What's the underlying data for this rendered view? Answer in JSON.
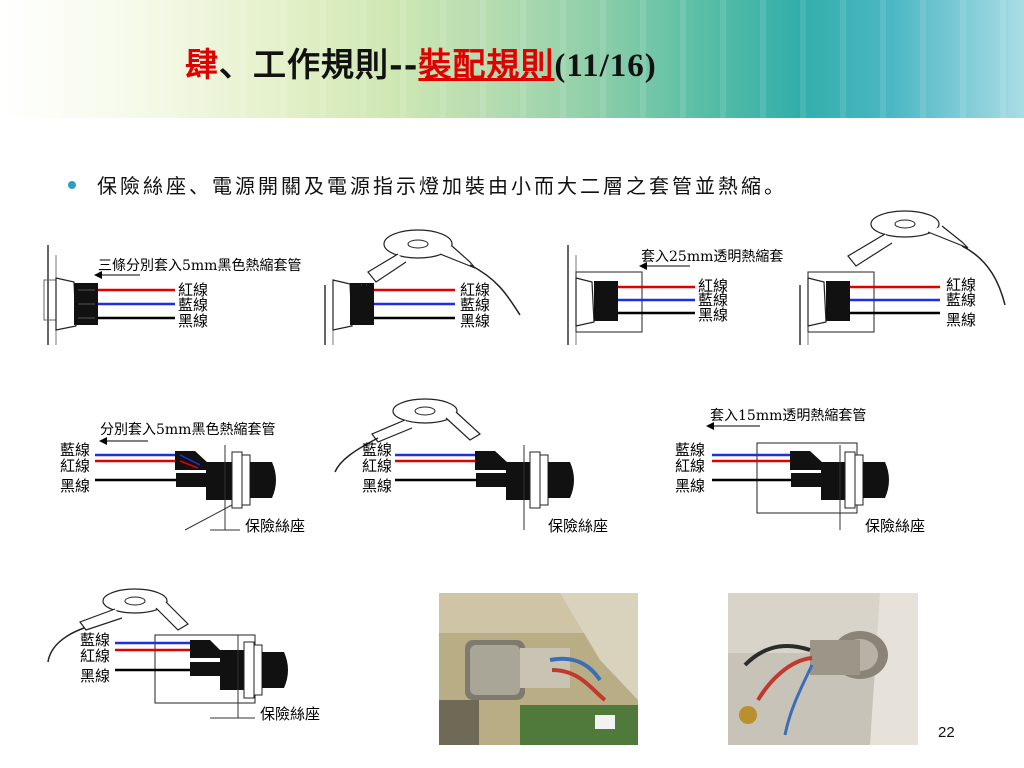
{
  "header": {
    "title_prefix": "肆、工作規則--",
    "title_red_char": "肆",
    "title_rest": "、工作規則--",
    "title_sub": "裝配規則",
    "title_num": "(11/16)"
  },
  "bullet": {
    "text": "保險絲座、電源開關及電源指示燈加裝由小而大二層之套管並熱縮。"
  },
  "diagrams": {
    "d1": {
      "caption": "三條分別套入5mm黑色熱縮套管",
      "red": "紅線",
      "blue": "藍線",
      "black": "黑線"
    },
    "d2": {
      "red": "紅線",
      "blue": "藍線",
      "black": "黑線"
    },
    "d3": {
      "caption": "套入25mm透明熱縮套",
      "red": "紅線",
      "blue": "藍線",
      "black": "黑線"
    },
    "d4": {
      "red": "紅線",
      "blue": "藍線",
      "black": "黑線"
    },
    "d5": {
      "caption": "分別套入5mm黑色熱縮套管",
      "blue": "藍線",
      "red": "紅線",
      "black": "黑線",
      "holder": "保險絲座"
    },
    "d6": {
      "blue": "藍線",
      "red": "紅線",
      "black": "黑線",
      "holder": "保險絲座"
    },
    "d7": {
      "caption": "套入15mm透明熱縮套管",
      "blue": "藍線",
      "red": "紅線",
      "black": "黑線",
      "holder": "保險絲座"
    },
    "d8": {
      "blue": "藍線",
      "red": "紅線",
      "black": "黑線",
      "holder": "保險絲座"
    }
  },
  "page_number": "22",
  "colors": {
    "wire_red": "#e00000",
    "wire_blue": "#1f2fe0",
    "wire_black": "#000000",
    "bullet": "#2f9ec4"
  }
}
